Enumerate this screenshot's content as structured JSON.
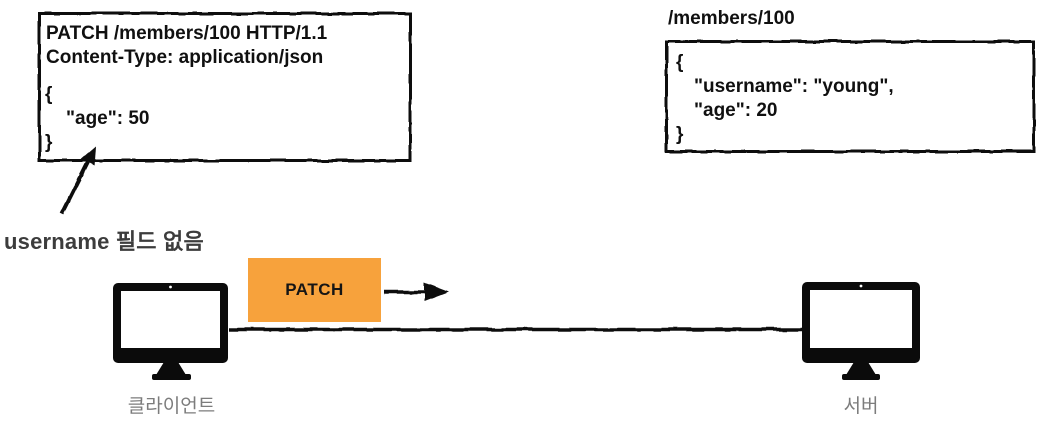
{
  "colors": {
    "accent_orange": "#F7A23C",
    "ink": "#101010",
    "annotation_text": "#3C3C3C",
    "label_gray": "#7C7C7C"
  },
  "request_box": {
    "request_line": "PATCH /members/100 HTTP/1.1",
    "content_type_line": "Content-Type: application/json",
    "body_open": "{",
    "body_field": "\"age\": 50",
    "body_close": "}"
  },
  "resource": {
    "title": "/members/100",
    "body_open": "{",
    "field_username": "\"username\": \"young\",",
    "field_age": "\"age\": 20",
    "body_close": "}"
  },
  "annotation": {
    "text": "username 필드 없음"
  },
  "flow": {
    "method_label": "PATCH",
    "client_label": "클라이언트",
    "server_label": "서버"
  }
}
